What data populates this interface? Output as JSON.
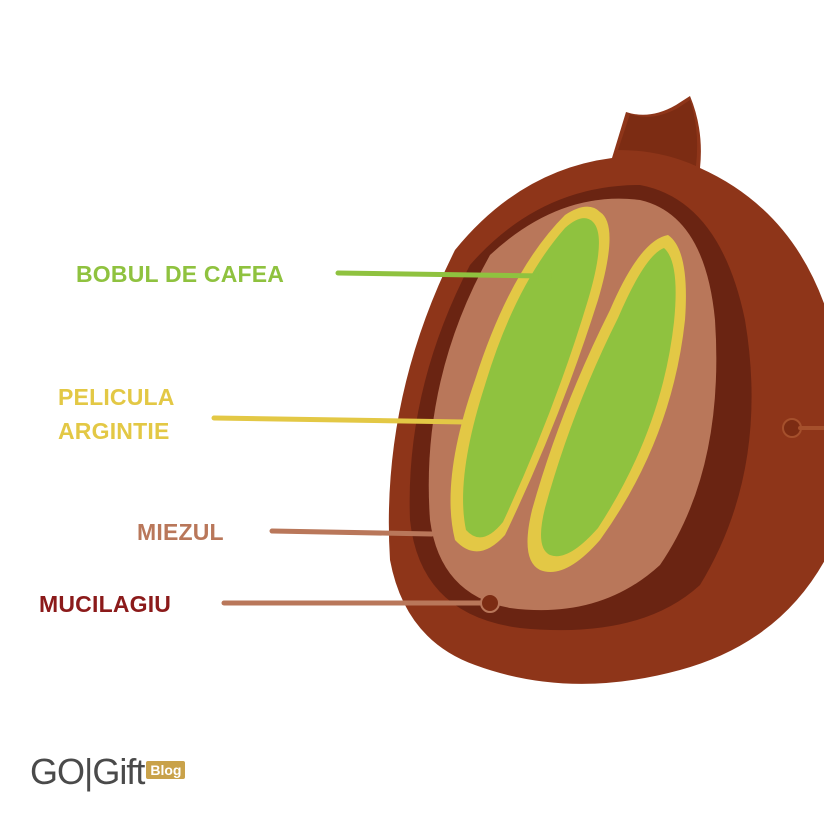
{
  "labels": {
    "bean": "BOBUL DE CAFEA",
    "silver_skin_line1": "PELICULA",
    "silver_skin_line2": "ARGINTIE",
    "pulp": "MIEZUL",
    "mucilage": "MUCILAGIU"
  },
  "logo": {
    "text": "GO|Gift",
    "badge": "Blog"
  },
  "colors": {
    "bean": "#8fc23f",
    "silver_skin": "#e3c845",
    "pulp": "#b9775a",
    "mucilage": "#8b1a1a",
    "cherry_skin": "#8e3519",
    "cherry_dark": "#6a2412",
    "logo_text": "#4a4a4a",
    "logo_badge": "#c9a24a"
  }
}
